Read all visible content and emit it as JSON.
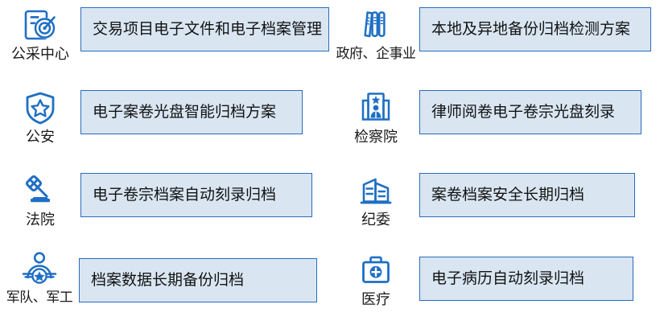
{
  "accent_color": "#1f6fc4",
  "box_fill_color": "#d9e6f2",
  "box_border_color": "#2a6bbd",
  "text_color": "#121212",
  "columns": {
    "left": {
      "rows": [
        {
          "icon": "document-target-icon",
          "sector": "公采中心",
          "solution": "交易项目电子文件和电子档案管理"
        },
        {
          "icon": "shield-star-icon",
          "sector": "公安",
          "solution": "电子案卷光盘智能归档方案"
        },
        {
          "icon": "gavel-icon",
          "sector": "法院",
          "solution": "电子卷宗档案自动刻录归档"
        },
        {
          "icon": "military-wings-star-icon",
          "sector": "军队、军工",
          "solution": "档案数据长期备份归档"
        }
      ]
    },
    "right": {
      "rows": [
        {
          "icon": "books-binders-icon",
          "sector": "政府、企事业",
          "solution": "本地及异地备份归档检测方案"
        },
        {
          "icon": "courthouse-person-icon",
          "sector": "检察院",
          "solution": "律师阅卷电子卷宗光盘刻录"
        },
        {
          "icon": "office-building-icon",
          "sector": "纪委",
          "solution": "案卷档案安全长期归档"
        },
        {
          "icon": "medical-kit-icon",
          "sector": "医疗",
          "solution": "电子病历自动刻录归档"
        }
      ]
    }
  }
}
